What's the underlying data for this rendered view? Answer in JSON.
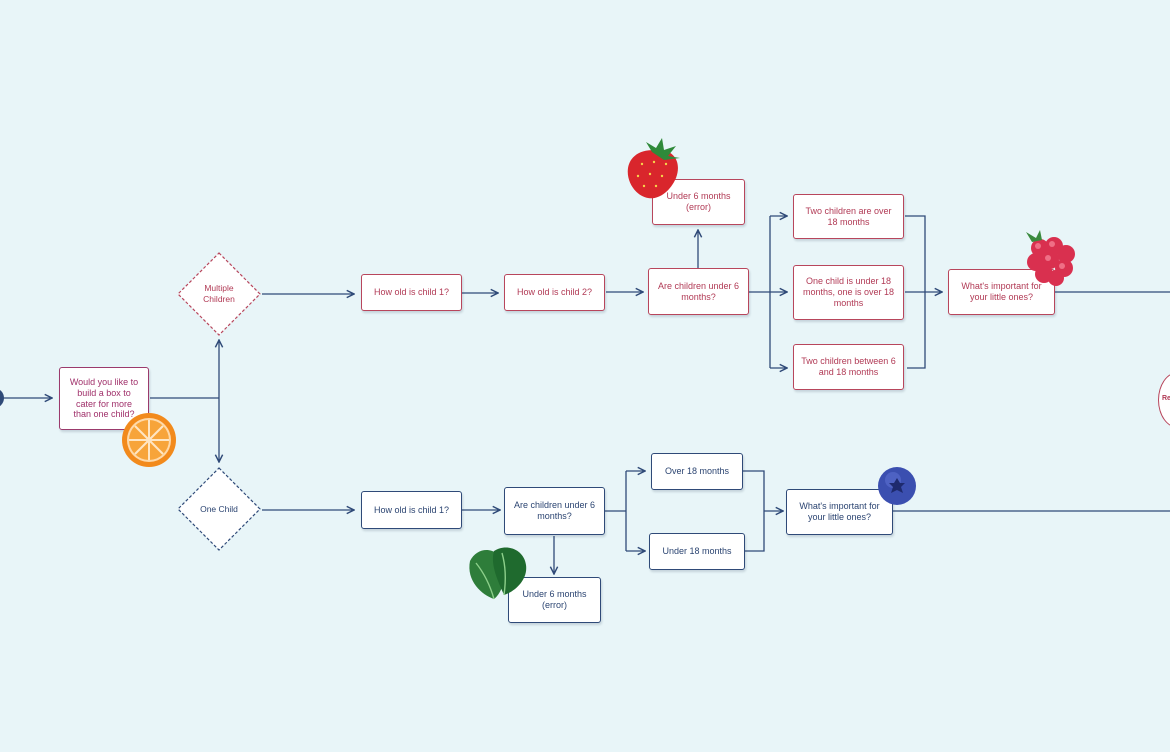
{
  "colors": {
    "background": "#e8f5f8",
    "connector": "#2f4a78",
    "pink_text": "#b13a55",
    "blue_text": "#2b4471",
    "purple_text": "#a0306a"
  },
  "start": {
    "question": "Would you like to build a box to cater for more than one child?",
    "edge_label": "Re"
  },
  "multiple_branch": {
    "decision": "Multiple Children",
    "child1_question": "How old is child 1?",
    "child2_question": "How old is child 2?",
    "under6_question": "Are children under 6 months?",
    "error": "Under 6 months (error)",
    "options": [
      "Two children are over 18 months",
      "One child is under 18 months, one is over 18 months",
      "Two children between 6 and 18 months"
    ],
    "important": "What's important for your little ones?"
  },
  "single_branch": {
    "decision": "One Child",
    "child1_question": "How old is child 1?",
    "under6_question": "Are children under 6 months?",
    "error": "Under 6 months (error)",
    "options": [
      "Over 18 months",
      "Under 18 months"
    ],
    "important": "What's important for your little ones?"
  },
  "decorations": [
    "orange-slice-icon",
    "strawberry-icon",
    "raspberry-icon",
    "blueberry-icon",
    "spinach-leaf-icon"
  ]
}
